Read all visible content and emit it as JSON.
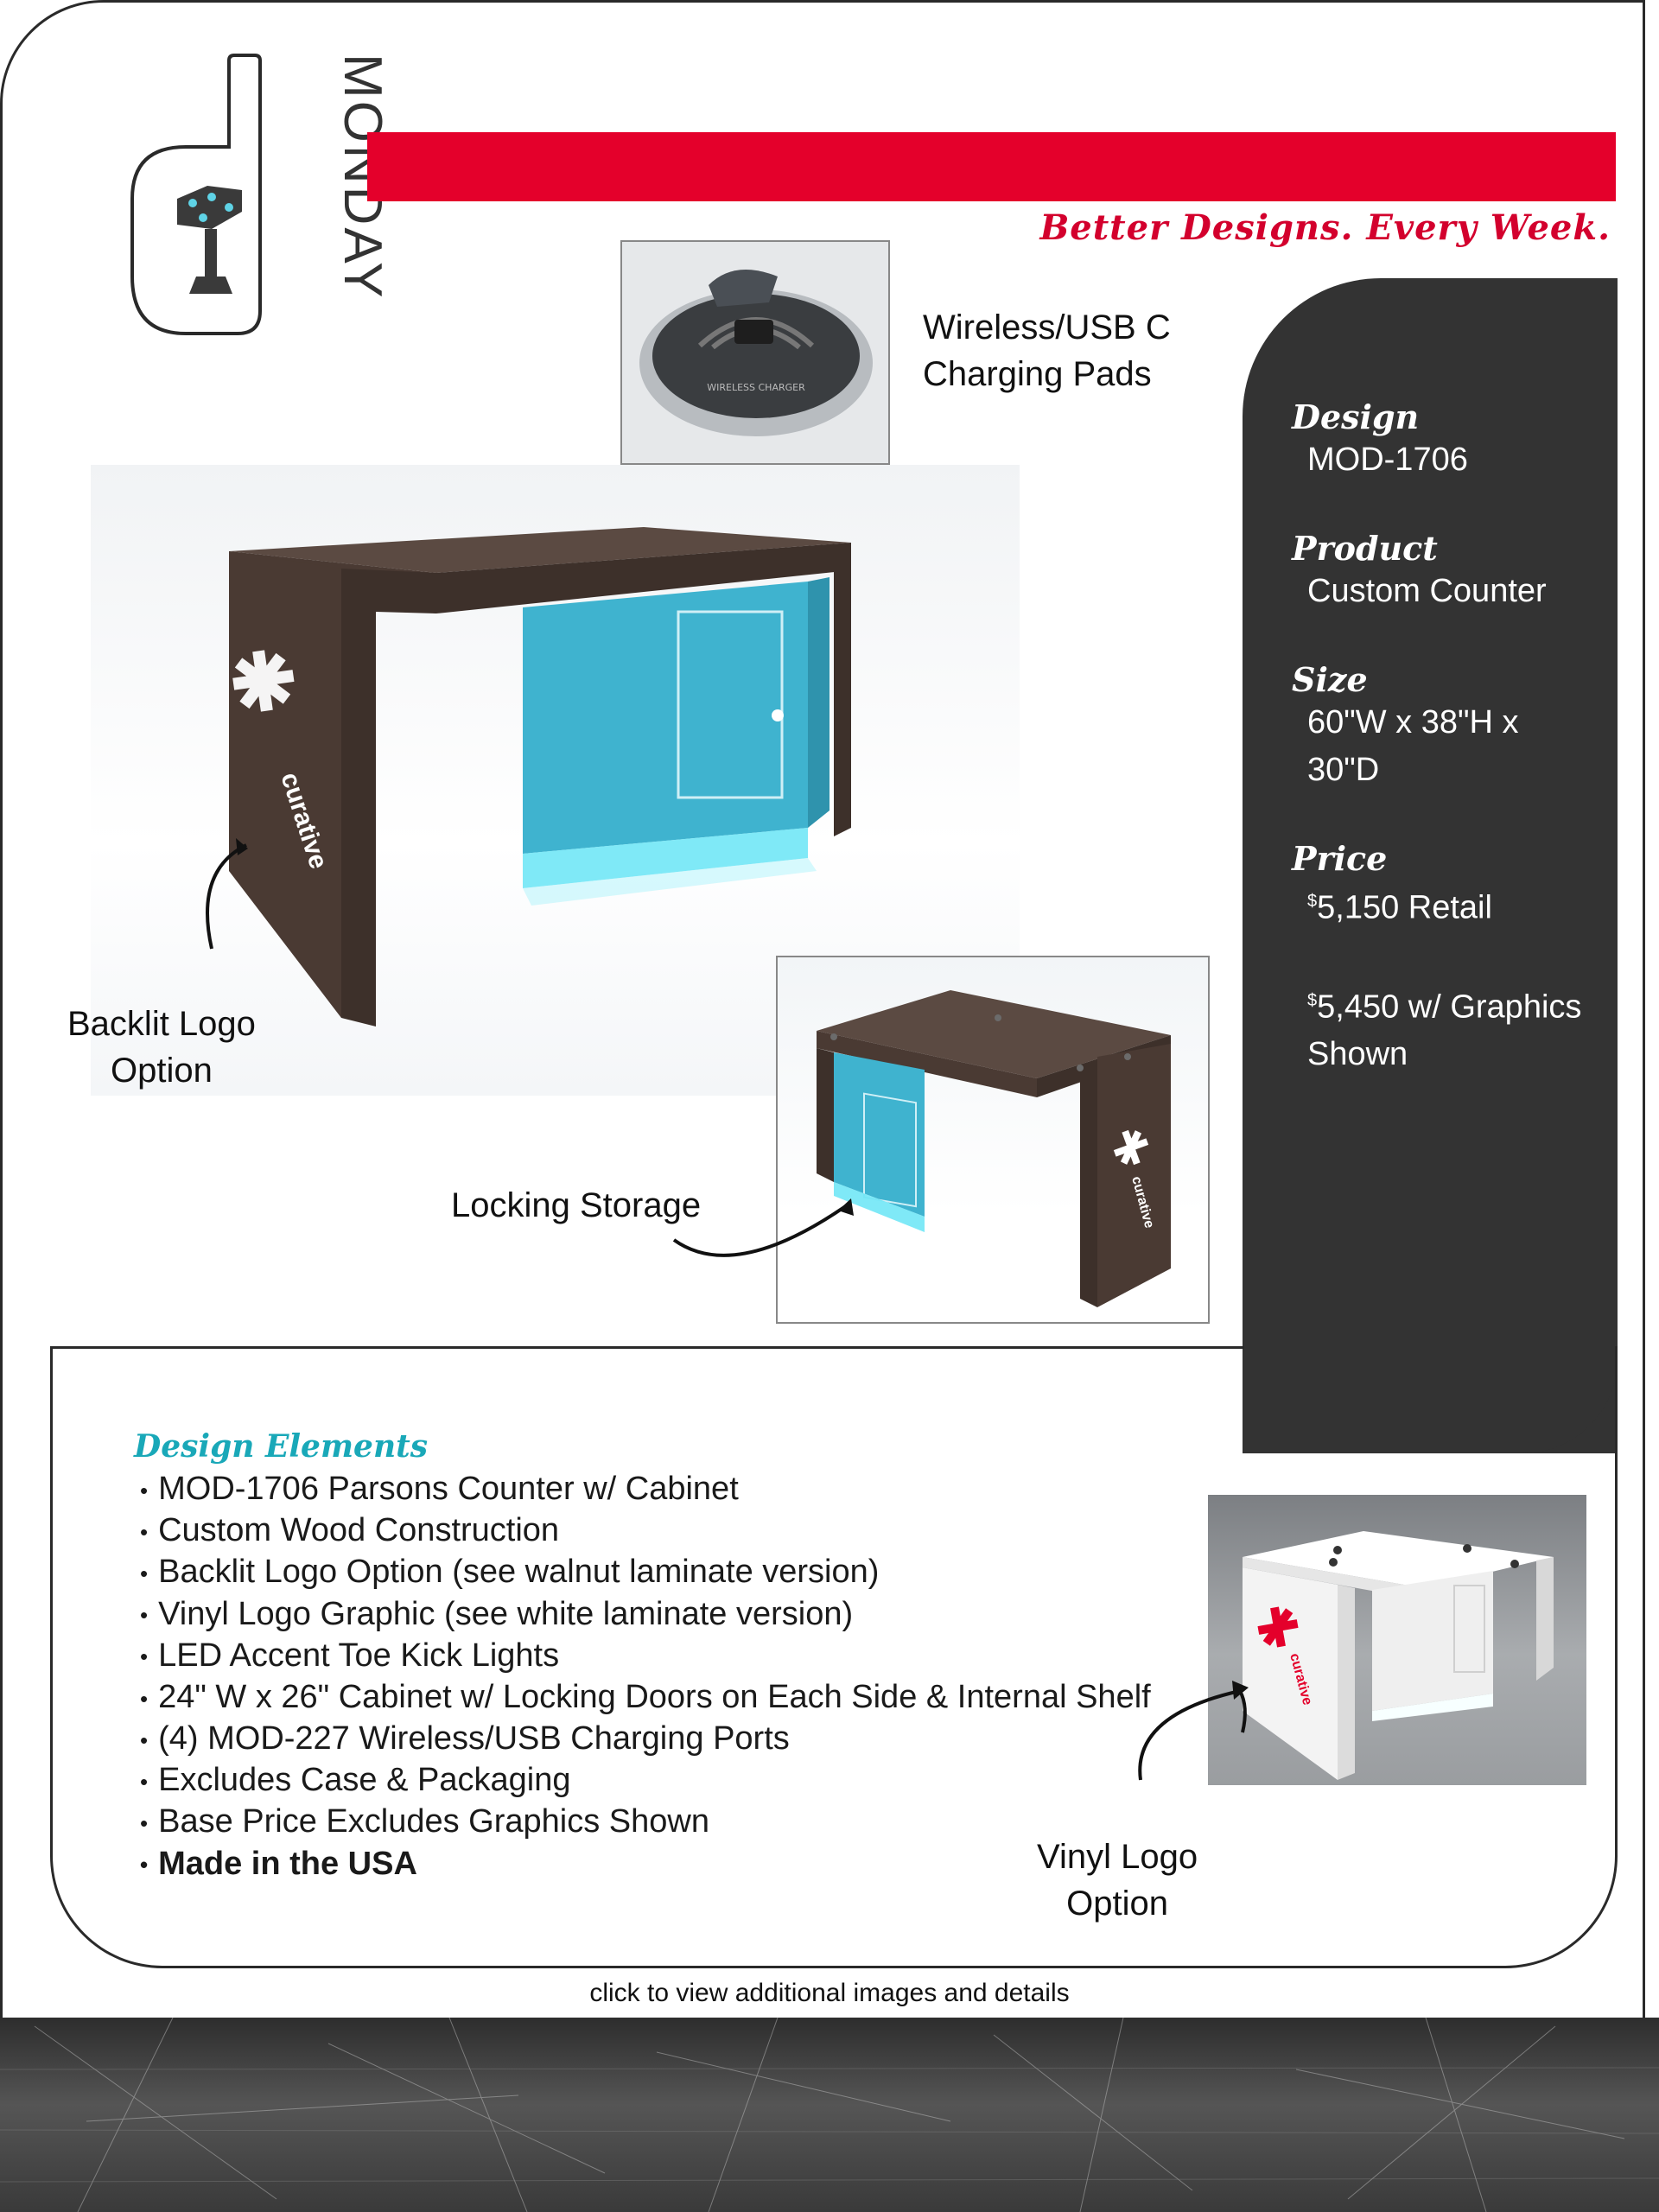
{
  "brand": {
    "name": "MONDAY",
    "tagline": "Better Designs. Every Week."
  },
  "charging": {
    "caption_line1": "Wireless/USB C",
    "caption_line2": "Charging Pads",
    "device_text": "WIRELESS CHARGER"
  },
  "specs": {
    "design_label": "Design",
    "design_value": "MOD-1706",
    "product_label": "Product",
    "product_value": "Custom Counter",
    "size_label": "Size",
    "size_line1": "60\"W x 38\"H x",
    "size_line2": "30\"D",
    "price_label": "Price",
    "price_currency": "$",
    "price_retail": "5,150 Retail",
    "price_graphics_line1": "5,450 w/ Graphics",
    "price_graphics_line2": "Shown"
  },
  "callouts": {
    "backlit_line1": "Backlit Logo",
    "backlit_line2": "Option",
    "locking": "Locking Storage",
    "vinyl_line1": "Vinyl Logo",
    "vinyl_line2": "Option"
  },
  "graphic_logo_text": "curative",
  "design_elements": {
    "title": "Design Elements",
    "items": [
      "MOD-1706 Parsons Counter w/ Cabinet",
      "Custom Wood Construction",
      "Backlit Logo Option (see walnut laminate version)",
      "Vinyl Logo Graphic (see white laminate version)",
      "LED Accent Toe Kick Lights",
      "24\" W x 26\" Cabinet w/ Locking Doors on Each Side & Internal Shelf",
      "(4) MOD-227 Wireless/USB Charging Ports",
      "Excludes Case & Packaging",
      "Base Price Excludes Graphics Shown"
    ],
    "made_in": "Made in the USA"
  },
  "footer": {
    "link_text": "click to view additional images and details"
  },
  "colors": {
    "accent_red": "#e4002b",
    "panel_dark": "#333333",
    "teal": "#19a8b8",
    "cabinet_blue": "#3fb3cf",
    "walnut": "#4a3a33"
  }
}
